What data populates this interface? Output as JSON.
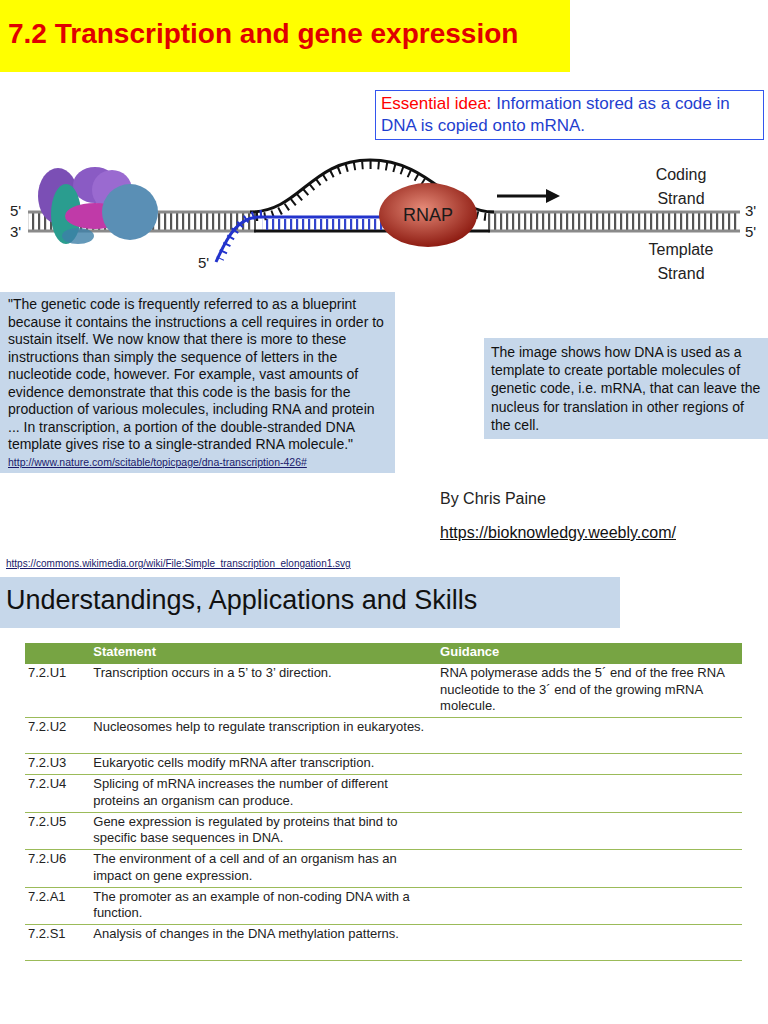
{
  "diagram": {
    "title": "7.2 Transcription and gene expression",
    "nodes": [
      {
        "text": [
          "Essential idea:",
          "Information stored as a code in DNA is copied onto mRNA."
        ]
      },
      {
        "text": [
          "RNAP"
        ]
      },
      {
        "text": [
          "\"The genetic code is frequently referred to as a blueprint because it contains the instructions a cell requires in order to sustain itself. We now know that there is more to these instructions than simply the sequence of letters in the nucleotide code, however. For example, vast amounts of evidence demonstrate that this code is the basis for the production of various molecules, including RNA and protein ... In transcription, a portion of the double-stranded DNA template gives rise to a single-stranded RNA molecule.\"",
          "http://www.nature.com/scitable/topicpage/dna-transcription-426#"
        ]
      },
      {
        "text": [
          "The image shows how DNA is used as a template to create portable molecules of genetic code, i.e. mRNA, that can leave the nucleus for translation in other regions of the cell."
        ]
      },
      {
        "text": [
          "Understandings, Applications and Skills"
        ]
      }
    ],
    "labels": [
      "5'",
      "3'",
      "5'",
      "Coding Strand",
      "Template Strand",
      "3'",
      "5'",
      "By Chris Paine",
      "https://bioknowledgy.weebly.com/",
      "https://commons.wikimedia.org/wiki/File:Simple_transcription_elongation1.svg",
      "Statement",
      "Guidance",
      "7.2.U1",
      "Transcription occurs in a 5’ to 3’ direction.",
      "RNA polymerase adds the 5´ end of the free RNA nucleotide to the 3´ end of the growing mRNA molecule.",
      "7.2.U2",
      "Nucleosomes help to regulate transcription in eukaryotes.",
      "7.2.U3",
      "Eukaryotic cells modify mRNA after transcription.",
      "7.2.U4",
      "Splicing of mRNA increases the number of different proteins an organism can produce.",
      "7.2.U5",
      "Gene expression is regulated by proteins that bind to specific base sequences in DNA.",
      "7.2.U6",
      "The environment of a cell and of an organism has an impact on gene expression.",
      "7.2.A1",
      "The promoter as an example of non-coding DNA with a function.",
      "7.2.S1",
      "Analysis of changes in the DNA methylation patterns."
    ]
  }
}
